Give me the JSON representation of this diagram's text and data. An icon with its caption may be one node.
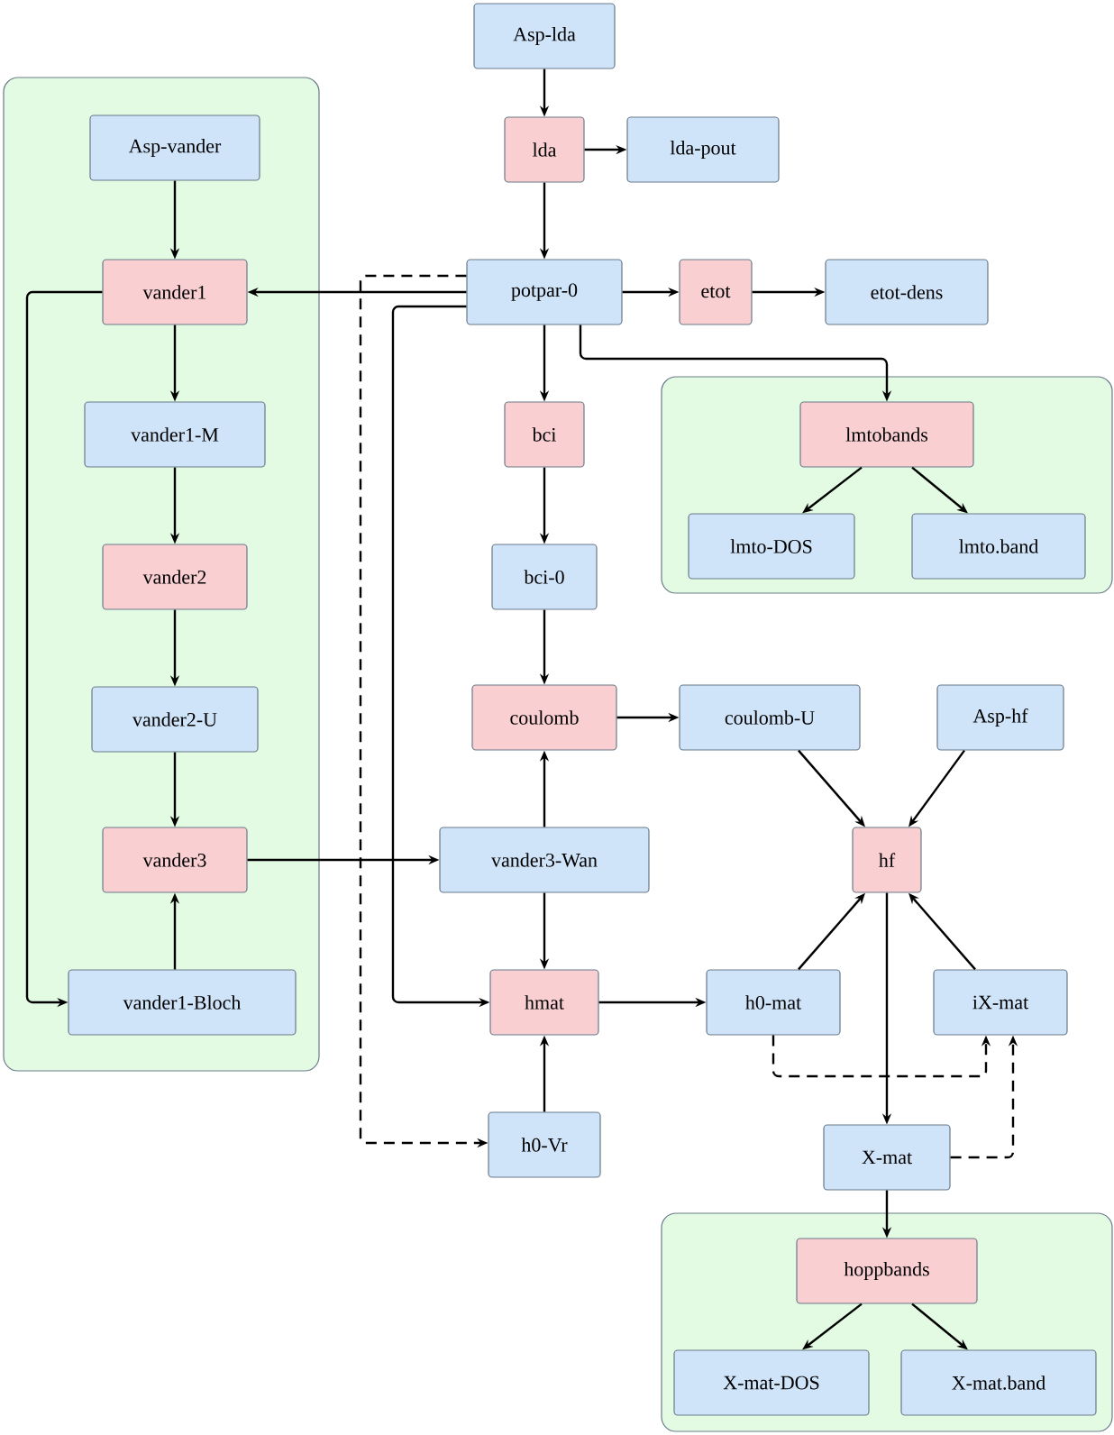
{
  "diagram": {
    "nodes": [
      {
        "text": [],
        "shape": "box"
      },
      {
        "text": [
          "Asp-vander"
        ],
        "in": 0
      },
      {
        "text": [
          "vander1"
        ],
        "in": 0
      },
      {
        "text": [
          "vander1-M"
        ],
        "in": 0
      },
      {
        "text": [
          "vander2"
        ],
        "in": 0
      },
      {
        "text": [
          "vander2-U"
        ],
        "in": 0
      },
      {
        "text": [
          "vander3"
        ],
        "in": 0
      },
      {
        "text": [
          "vander1-Bloch"
        ],
        "in": 0
      },
      {
        "text": [
          "Asp-lda"
        ]
      },
      {
        "text": [
          "lda"
        ]
      },
      {
        "text": [
          "lda-pout"
        ]
      },
      {
        "text": [
          "potpar-0"
        ]
      },
      {
        "text": [
          "etot"
        ]
      },
      {
        "text": [
          "etot-dens"
        ]
      },
      {
        "text": [],
        "shape": "box"
      },
      {
        "text": [
          "lmtobands"
        ],
        "in": 14
      },
      {
        "text": [
          "lmto-DOS"
        ],
        "in": 14
      },
      {
        "text": [
          "lmto.band"
        ],
        "in": 14
      },
      {
        "text": [
          "bci"
        ]
      },
      {
        "text": [
          "bci-0"
        ]
      },
      {
        "text": [
          "coulomb"
        ]
      },
      {
        "text": [
          "coulomb-U"
        ]
      },
      {
        "text": [
          "Asp-hf"
        ]
      },
      {
        "text": [
          "vander3-Wan"
        ]
      },
      {
        "text": [
          "hf"
        ]
      },
      {
        "text": [
          "hmat"
        ]
      },
      {
        "text": [
          "h0-mat"
        ]
      },
      {
        "text": [
          "iX-mat"
        ]
      },
      {
        "text": [
          "h0-Vr"
        ]
      },
      {
        "text": [
          "X-mat"
        ]
      },
      {
        "text": [],
        "shape": "box"
      },
      {
        "text": [
          "hoppbands"
        ],
        "in": 30
      },
      {
        "text": [
          "X-mat-DOS"
        ],
        "in": 30
      },
      {
        "text": [
          "X-mat.band"
        ],
        "in": 30
      }
    ],
    "edges": [
      {
        "from": 1,
        "to": 2,
        "arrow": "to"
      },
      {
        "from": 2,
        "to": 3,
        "arrow": "to"
      },
      {
        "from": 3,
        "to": 4,
        "arrow": "to"
      },
      {
        "from": 4,
        "to": 5,
        "arrow": "to"
      },
      {
        "from": 5,
        "to": 6,
        "arrow": "to"
      },
      {
        "from": 2,
        "to": 7,
        "arrow": "to"
      },
      {
        "from": 7,
        "to": 6,
        "arrow": "to"
      },
      {
        "from": 8,
        "to": 9,
        "arrow": "to"
      },
      {
        "from": 9,
        "to": 10,
        "arrow": "to"
      },
      {
        "from": 9,
        "to": 11,
        "arrow": "to"
      },
      {
        "from": 11,
        "to": 2,
        "arrow": "to"
      },
      {
        "from": 11,
        "to": 12,
        "arrow": "to"
      },
      {
        "from": 12,
        "to": 13,
        "arrow": "to"
      },
      {
        "from": 11,
        "to": 15,
        "arrow": "to"
      },
      {
        "from": 15,
        "to": 16,
        "arrow": "to"
      },
      {
        "from": 15,
        "to": 17,
        "arrow": "to"
      },
      {
        "from": 11,
        "to": 18,
        "arrow": "to"
      },
      {
        "from": 18,
        "to": 19,
        "arrow": "to"
      },
      {
        "from": 19,
        "to": 20,
        "arrow": "to"
      },
      {
        "from": 20,
        "to": 21,
        "arrow": "to"
      },
      {
        "from": 6,
        "to": 23,
        "arrow": "to"
      },
      {
        "from": 23,
        "to": 20,
        "arrow": "to"
      },
      {
        "from": 23,
        "to": 25,
        "arrow": "to"
      },
      {
        "from": 11,
        "to": 25,
        "arrow": "to"
      },
      {
        "from": 11,
        "to": 28,
        "arrow": "to",
        "style": "dashed"
      },
      {
        "from": 28,
        "to": 25,
        "arrow": "to"
      },
      {
        "from": 25,
        "to": 26,
        "arrow": "to"
      },
      {
        "from": 21,
        "to": 24,
        "arrow": "to"
      },
      {
        "from": 22,
        "to": 24,
        "arrow": "to"
      },
      {
        "from": 26,
        "to": 24,
        "arrow": "to"
      },
      {
        "from": 27,
        "to": 24,
        "arrow": "to"
      },
      {
        "from": 24,
        "to": 29,
        "arrow": "to"
      },
      {
        "from": 26,
        "to": 27,
        "arrow": "to",
        "style": "dashed"
      },
      {
        "from": 29,
        "to": 27,
        "arrow": "to",
        "style": "dashed"
      },
      {
        "from": 29,
        "to": 31,
        "arrow": "to"
      },
      {
        "from": 31,
        "to": 32,
        "arrow": "to"
      },
      {
        "from": 31,
        "to": 33,
        "arrow": "to"
      }
    ]
  }
}
